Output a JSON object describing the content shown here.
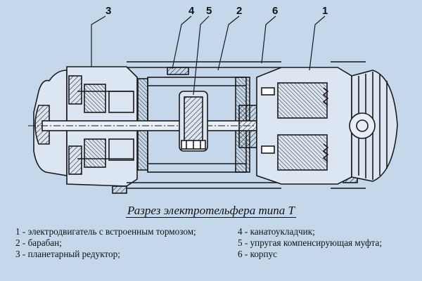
{
  "callouts": [
    "3",
    "4",
    "5",
    "2",
    "6",
    "1"
  ],
  "caption": "Разрез электротельфера типа Т",
  "legend_left": [
    "1 - электродвигатель с встроенным тормозом;",
    "2 - барабан;",
    "3 - планетарный редуктор;"
  ],
  "legend_right": [
    "4 - канатоукладчик;",
    "5 - упругая компенсирующая муфта;",
    "6 - корпус"
  ],
  "colors": {
    "background": "#c5d7ea",
    "line": "#1a1a1a",
    "fill": "#dbe6f2"
  }
}
